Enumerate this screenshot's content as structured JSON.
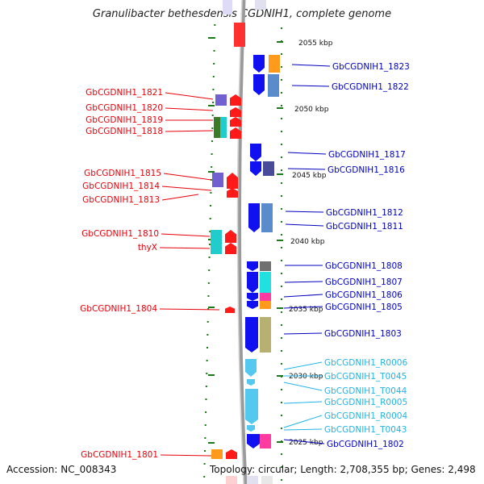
{
  "title": "Granulibacter bethesdensis CGDNIH1, complete genome",
  "accession": "Accession: NC_008343",
  "topology": "Topology: circular; Length: 2,708,355 bp; Genes: 2,498",
  "colors": {
    "left_label": "#e8000b",
    "right_label": "#0000c0",
    "rna_label": "#22b4e6",
    "backbone": "#999999",
    "tick": "#1a7a1a"
  },
  "scale_ticks": [
    "2055 kbp",
    "2050 kbp",
    "2045 kbp",
    "2040 kbp",
    "2035 kbp",
    "2030 kbp",
    "2025 kbp"
  ],
  "left_genes": [
    "GbCGDNIH1_1821",
    "GbCGDNIH1_1820",
    "GbCGDNIH1_1819",
    "GbCGDNIH1_1818",
    "GbCGDNIH1_1815",
    "GbCGDNIH1_1814",
    "GbCGDNIH1_1813",
    "GbCGDNIH1_1810",
    "thyX",
    "GbCGDNIH1_1804",
    "GbCGDNIH1_1801"
  ],
  "right_genes": [
    "GbCGDNIH1_1823",
    "GbCGDNIH1_1822",
    "GbCGDNIH1_1817",
    "GbCGDNIH1_1816",
    "GbCGDNIH1_1812",
    "GbCGDNIH1_1811",
    "GbCGDNIH1_1808",
    "GbCGDNIH1_1807",
    "GbCGDNIH1_1806",
    "GbCGDNIH1_1805",
    "GbCGDNIH1_1803",
    "GbCGDNIH1_R0006",
    "GbCGDNIH1_T0045",
    "GbCGDNIH1_T0044",
    "GbCGDNIH1_R0005",
    "GbCGDNIH1_R0004",
    "GbCGDNIH1_T0043",
    "GbCGDNIH1_1802"
  ]
}
